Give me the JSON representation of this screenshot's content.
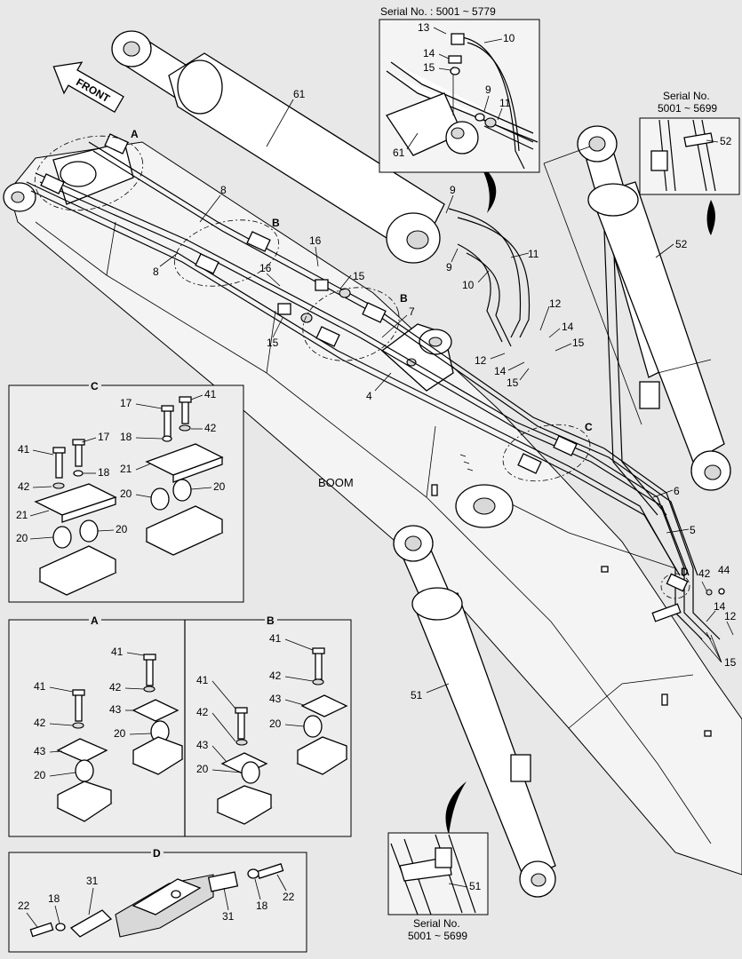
{
  "page": {
    "front_label": "FRONT",
    "boom_label": "BOOM"
  },
  "serial_notes": {
    "top": "Serial No. : 5001 ~ 5779",
    "right_line1": "Serial No.",
    "right_line2": "5001 ~ 5699",
    "bottom_line1": "Serial No.",
    "bottom_line2": "5001 ~ 5699"
  },
  "detail_titles": {
    "A": "A",
    "B": "B",
    "C": "C",
    "D": "D"
  },
  "callouts": {
    "main": {
      "c61": "61",
      "c9a": "9",
      "c9b": "9",
      "c11": "11",
      "c10": "10",
      "c8a": "8",
      "c8b": "8",
      "c16a": "16",
      "c16b": "16",
      "c15a": "15",
      "c15b": "15",
      "c7": "7",
      "c4": "4",
      "c12a": "12",
      "c14a": "14",
      "c15c": "15",
      "c12b": "12",
      "c14b": "14",
      "c15d": "15",
      "c6": "6",
      "c5": "5",
      "c42": "42",
      "c44": "44",
      "c14c": "14",
      "c12c": "12",
      "c15e": "15",
      "c52": "52",
      "c51": "51",
      "secA": "A",
      "secB1": "B",
      "secB2": "B",
      "secC": "C",
      "secD": "D"
    },
    "inset_top": {
      "c13": "13",
      "c10": "10",
      "c14": "14",
      "c15": "15",
      "c9": "9",
      "c11": "11",
      "c61": "61"
    },
    "inset_right": {
      "c52": "52"
    },
    "inset_bottom": {
      "c51": "51"
    },
    "detail_c": {
      "c41a": "41",
      "c17a": "17",
      "c18a": "18",
      "c42a": "42",
      "c21a": "21",
      "c20a": "20",
      "c20b": "20",
      "c17b": "17",
      "c41b": "41",
      "c18b": "18",
      "c42b": "42",
      "c21b": "21",
      "c20c": "20",
      "c20d": "20"
    },
    "detail_a": {
      "c41a": "41",
      "c42a": "42",
      "c43a": "43",
      "c20a": "20",
      "c41b": "41",
      "c42b": "42",
      "c43b": "43",
      "c20b": "20"
    },
    "detail_b": {
      "c41a": "41",
      "c42a": "42",
      "c43a": "43",
      "c20a": "20",
      "c41b": "41",
      "c42b": "42",
      "c43b": "43",
      "c20b": "20"
    },
    "detail_d": {
      "c22a": "22",
      "c18a": "18",
      "c31a": "31",
      "c31b": "31",
      "c18b": "18",
      "c22b": "22"
    }
  }
}
